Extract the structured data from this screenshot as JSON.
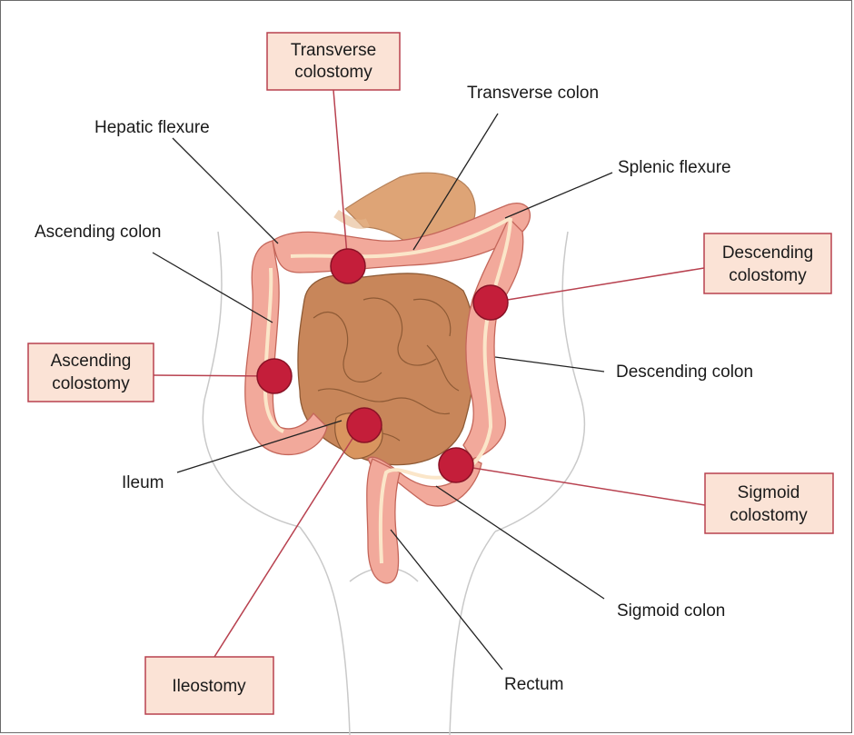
{
  "labels": {
    "transverse_colon": "Transverse colon",
    "hepatic_flexure": "Hepatic flexure",
    "splenic_flexure": "Splenic flexure",
    "ascending_colon": "Ascending colon",
    "descending_colon": "Descending colon",
    "ileum": "Ileum",
    "sigmoid_colon": "Sigmoid colon",
    "rectum": "Rectum"
  },
  "stoma_boxes": {
    "transverse_colostomy": [
      "Transverse",
      "colostomy"
    ],
    "descending_colostomy": [
      "Descending",
      "colostomy"
    ],
    "ascending_colostomy": [
      "Ascending",
      "colostomy"
    ],
    "sigmoid_colostomy": [
      "Sigmoid",
      "colostomy"
    ],
    "ileostomy": [
      "Ileostomy"
    ]
  },
  "colors": {
    "stoma": "#c41e3a",
    "box_fill": "#fbe3d6",
    "box_border": "#b8414f",
    "colon": "#f2a99b",
    "small_intestine": "#c8865a"
  }
}
